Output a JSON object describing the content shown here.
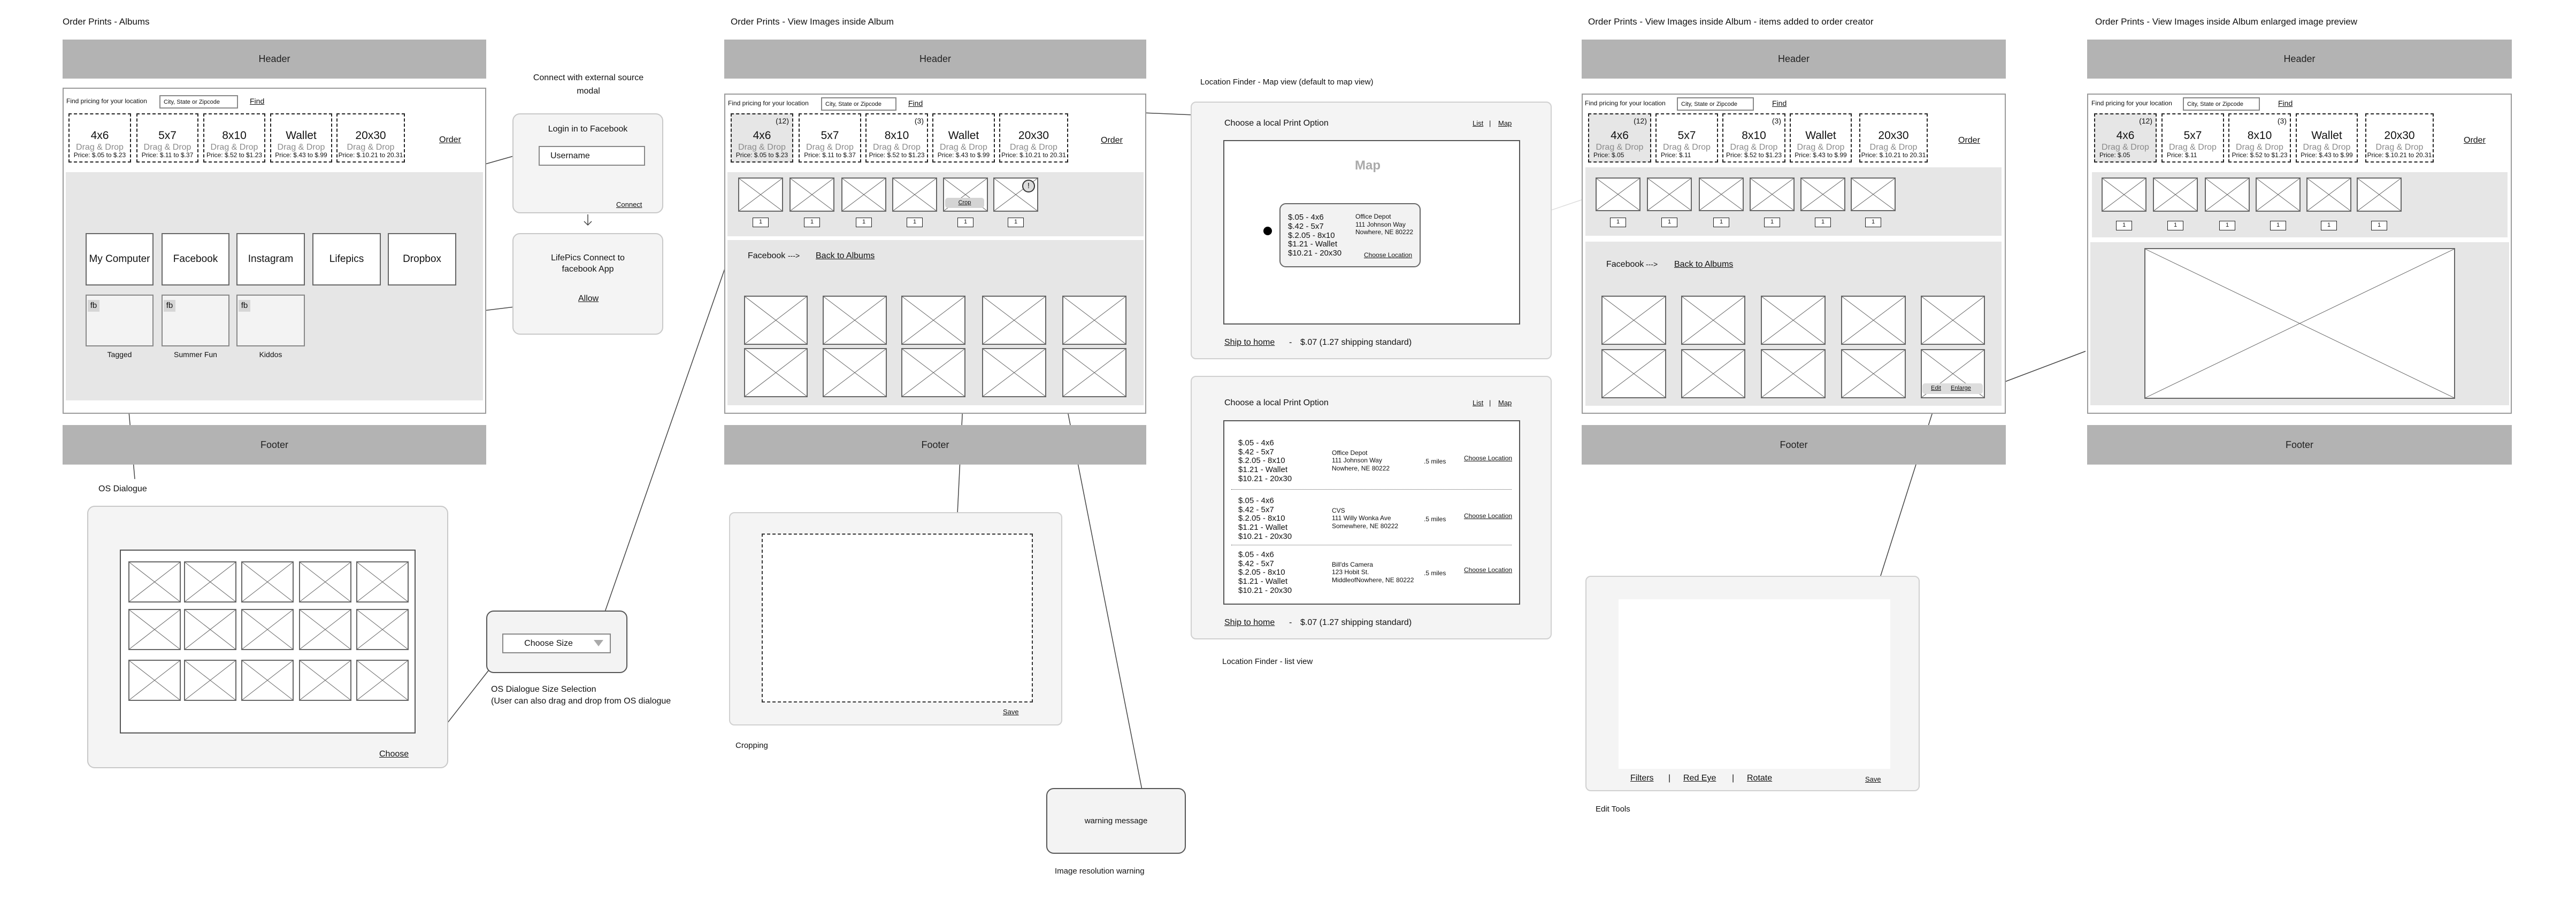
{
  "common": {
    "header": "Header",
    "footer": "Footer",
    "find_label": "Find pricing for your location",
    "find_placeholder": "City, State or Zipcode",
    "find_button": "Find",
    "order": "Order",
    "drag": "Drag & Drop",
    "qty": "1"
  },
  "s1": {
    "title": "Order Prints - Albums",
    "sizes": [
      {
        "name": "4x6",
        "price": "Price: $.05 to $.23"
      },
      {
        "name": "5x7",
        "price": "Price: $.11 to $.37"
      },
      {
        "name": "8x10",
        "price": "Price: $.52 to $1.23"
      },
      {
        "name": "Wallet",
        "price": "Price: $.43 to $.99"
      },
      {
        "name": "20x30",
        "price": "Price: $.10.21 to 20.31"
      }
    ],
    "sources": [
      "My Computer",
      "Facebook",
      "Instagram",
      "Lifepics",
      "Dropbox"
    ],
    "albums": [
      {
        "badge": "fb",
        "label": "Tagged"
      },
      {
        "badge": "fb",
        "label": "Summer Fun"
      },
      {
        "badge": "fb",
        "label": "Kiddos"
      }
    ],
    "os_label": "OS Dialogue",
    "os_choose": "Choose"
  },
  "connect": {
    "caption_1": "Connect with external source",
    "caption_2": "modal",
    "login_title": "Login in to Facebook",
    "username": "Username",
    "connect": "Connect",
    "app_title_1": "LifePics Connect to",
    "app_title_2": "facebook App",
    "allow": "Allow"
  },
  "size_select": {
    "value": "Choose Size",
    "caption_1": "OS Dialogue Size Selection",
    "caption_2": "(User can also drag and drop from OS dialogue"
  },
  "s2": {
    "title": "Order Prints - View Images inside Album",
    "sizes": [
      {
        "name": "4x6",
        "count": "(12)",
        "price": "Price: $.05 to $.23"
      },
      {
        "name": "5x7",
        "price": "Price: $.11 to $.37"
      },
      {
        "name": "8x10",
        "count": "(3)",
        "price": "Price: $.52 to $1.23"
      },
      {
        "name": "Wallet",
        "price": "Price: $.43 to $.99"
      },
      {
        "name": "20x30",
        "price": "Price: $.10.21 to 20.31"
      }
    ],
    "crop": "Crop",
    "warning_icon": "!",
    "nav_source": "Facebook",
    "nav_arrow": "--->",
    "nav_back": "Back to Albums",
    "cropping_save": "Save",
    "cropping_label": "Cropping",
    "warning_message": "warning message",
    "warning_label": "Image resolution warning"
  },
  "finder": {
    "map_caption": "Location Finder - Map view (default to map view)",
    "list_caption": "Location Finder - list view",
    "title": "Choose a local Print Option",
    "list": "List",
    "sep": "|",
    "map": "Map",
    "map_placeholder": "Map",
    "ship": "Ship to home",
    "ship_dash": "-",
    "ship_price": "$.07 (1.27 shipping standard)",
    "choose": "Choose Location",
    "prices": [
      "$.05 - 4x6",
      "$.42 - 5x7",
      "$.2.05 - 8x10",
      "$1.21 - Wallet",
      "$10.21 - 20x30"
    ],
    "stores": [
      {
        "name": "Office Depot",
        "street": "111 Johnson Way",
        "city": "Nowhere, NE 80222",
        "distance": ".5 miles"
      },
      {
        "name": "CVS",
        "street": "111 Willy Wonka Ave",
        "city": "Somewhere, NE 80222",
        "distance": ".5 miles"
      },
      {
        "name": "Bill'ds Camera",
        "street": "123 Hobit St.",
        "city": "MiddleofNowhere, NE 80222",
        "distance": ".5 miles"
      }
    ]
  },
  "s4": {
    "title": "Order Prints - View Images inside Album - items added to order creator",
    "sizes": [
      {
        "name": "4x6",
        "count": "(12)",
        "price": "Price: $.05"
      },
      {
        "name": "5x7",
        "price": "Price: $.11"
      },
      {
        "name": "8x10",
        "count": "(3)",
        "price": "Price: $.52 to $1.23"
      },
      {
        "name": "Wallet",
        "price": "Price: $.43 to $.99"
      },
      {
        "name": "20x30",
        "price": "Price: $.10.21 to 20.31"
      }
    ],
    "nav_source": "Facebook",
    "nav_arrow": "--->",
    "nav_back": "Back to Albums",
    "edit": "Edit",
    "enlarge": "Enlarge"
  },
  "edit_tools": {
    "filters": "Filters",
    "sep": "|",
    "red_eye": "Red Eye",
    "rotate": "Rotate",
    "save": "Save",
    "label": "Edit Tools"
  },
  "s5": {
    "title": "Order Prints - View Images inside Album enlarged image preview",
    "sizes": [
      {
        "name": "4x6",
        "count": "(12)",
        "price": "Price: $.05"
      },
      {
        "name": "5x7",
        "price": "Price: $.11"
      },
      {
        "name": "8x10",
        "count": "(3)",
        "price": "Price: $.52 to $1.23"
      },
      {
        "name": "Wallet",
        "price": "Price: $.43 to $.99"
      },
      {
        "name": "20x30",
        "price": "Price: $.10.21 to 20.31"
      }
    ]
  }
}
